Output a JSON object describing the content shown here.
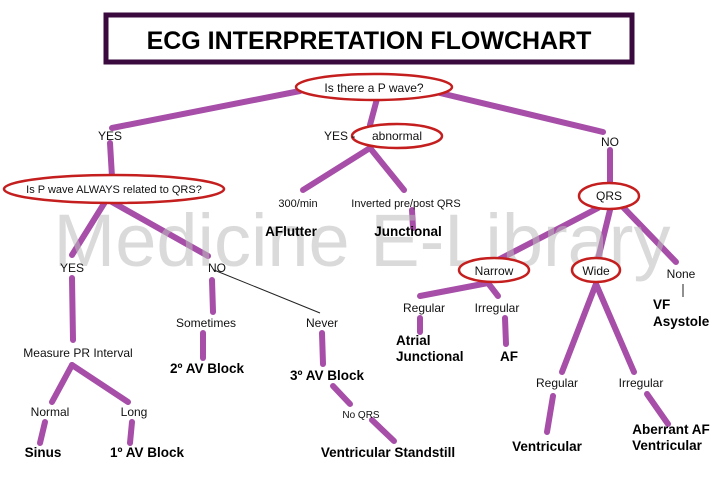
{
  "title": "ECG INTERPRETATION FLOWCHART",
  "watermark": "Medicine E-Library",
  "colors": {
    "connector": "#a64ea8",
    "ellipse": "#c41e1e",
    "title_border": "#3a0a3f",
    "thin_line": "#222222"
  },
  "nodes": {
    "p_wave_question": "Is there a P wave?",
    "yes": "YES",
    "yes_abnormal_prefix": "YES - ",
    "abnormal": "abnormal",
    "no": "NO",
    "p_related_question": "Is P wave ALWAYS related to QRS?",
    "yes_related": "YES",
    "no_related": "NO",
    "measure_pr": "Measure PR Interval",
    "normal": "Normal",
    "long": "Long",
    "sinus": "Sinus",
    "first_degree": "1º AV Block",
    "sometimes": "Sometimes",
    "never": "Never",
    "second_degree": "2º AV Block",
    "third_degree": "3º AV Block",
    "no_qrs": "No QRS",
    "ventricular_standstill": "Ventricular Standstill",
    "rate_300": "300/min",
    "aflutter": "AFlutter",
    "inverted_pre_post": "Inverted pre/post QRS",
    "junctional": "Junctional",
    "qrs": "QRS",
    "narrow": "Narrow",
    "wide": "Wide",
    "none": "None",
    "regular_narrow": "Regular",
    "irregular_narrow": "Irregular",
    "atrial": "Atrial",
    "junctional_narrow": "Junctional",
    "af": "AF",
    "regular_wide": "Regular",
    "irregular_wide": "Irregular",
    "ventricular": "Ventricular",
    "aberrant_af": "Aberrant AF",
    "ventricular_aberrant": "Ventricular",
    "vf": "VF",
    "asystole": "Asystole"
  }
}
